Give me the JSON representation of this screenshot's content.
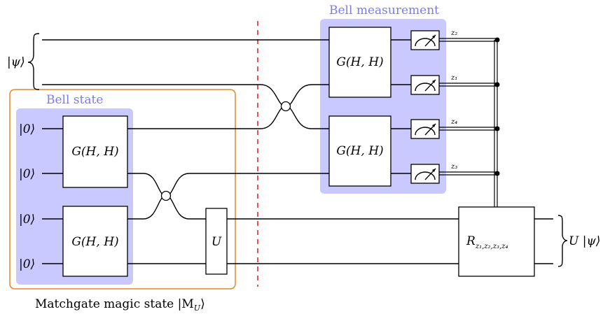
{
  "regions": {
    "bell_measurement_label": "Bell measurement",
    "bell_state_label": "Bell state",
    "magic_state_label": "Matchgate magic state |M",
    "magic_state_sub": "U",
    "magic_state_close": "⟩"
  },
  "inputs": {
    "psi": "|ψ⟩",
    "zero": "|0⟩"
  },
  "gates": {
    "gHH": "G(H, H)",
    "U": "U",
    "R_base": "R",
    "R_sub": "z₁,z₂,z₃,z₄"
  },
  "outcomes": [
    "z₂",
    "z₁",
    "z₄",
    "z₃"
  ],
  "output": "U |ψ⟩",
  "colors": {
    "bell_fill": "#c9c9ff",
    "bell_text": "#7b7bf0",
    "magic_border": "#e0892a",
    "divider": "#d22020"
  }
}
